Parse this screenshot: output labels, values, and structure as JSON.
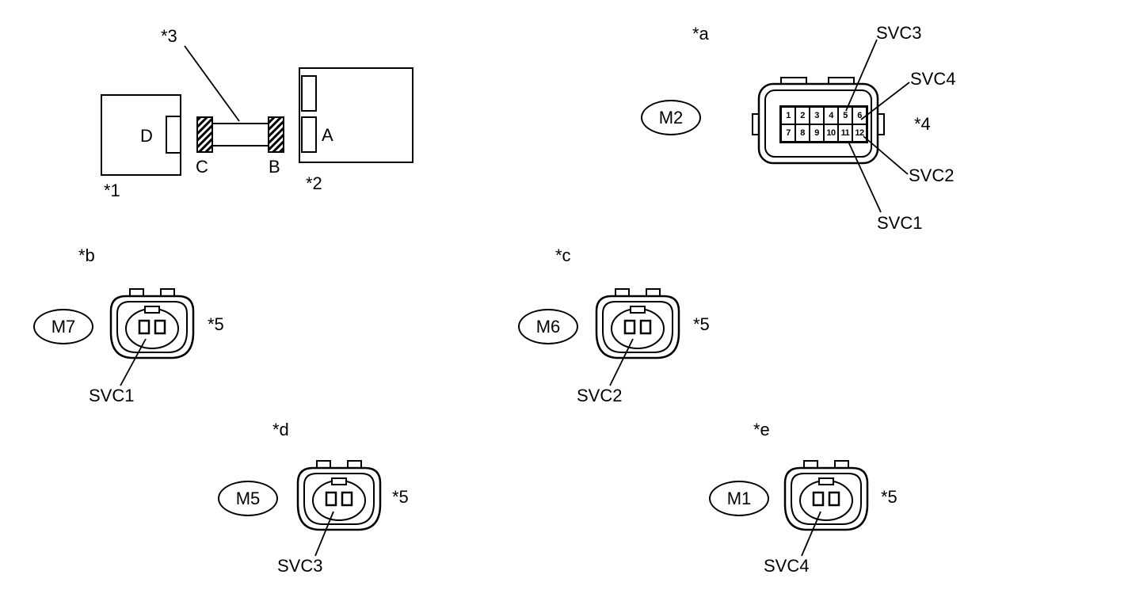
{
  "figure": {
    "background": "#ffffff",
    "line_color": "#000000"
  },
  "harness_diagram": {
    "box1_label": "D",
    "box1_ref": "*1",
    "box2_label": "A",
    "box2_ref": "*2",
    "cable_ref": "*3",
    "left_plug_label": "C",
    "right_plug_label": "B"
  },
  "connector_a": {
    "ref": "*a",
    "code": "M2",
    "part_ref": "*4",
    "pins": [
      "1",
      "2",
      "3",
      "4",
      "5",
      "6",
      "7",
      "8",
      "9",
      "10",
      "11",
      "12"
    ],
    "callouts": {
      "top": "SVC3",
      "upper_right": "SVC4",
      "lower_right": "SVC2",
      "bottom": "SVC1"
    }
  },
  "connector_b": {
    "ref": "*b",
    "code": "M7",
    "part_ref": "*5",
    "callout": "SVC1"
  },
  "connector_c": {
    "ref": "*c",
    "code": "M6",
    "part_ref": "*5",
    "callout": "SVC2"
  },
  "connector_d": {
    "ref": "*d",
    "code": "M5",
    "part_ref": "*5",
    "callout": "SVC3"
  },
  "connector_e": {
    "ref": "*e",
    "code": "M1",
    "part_ref": "*5",
    "callout": "SVC4"
  }
}
